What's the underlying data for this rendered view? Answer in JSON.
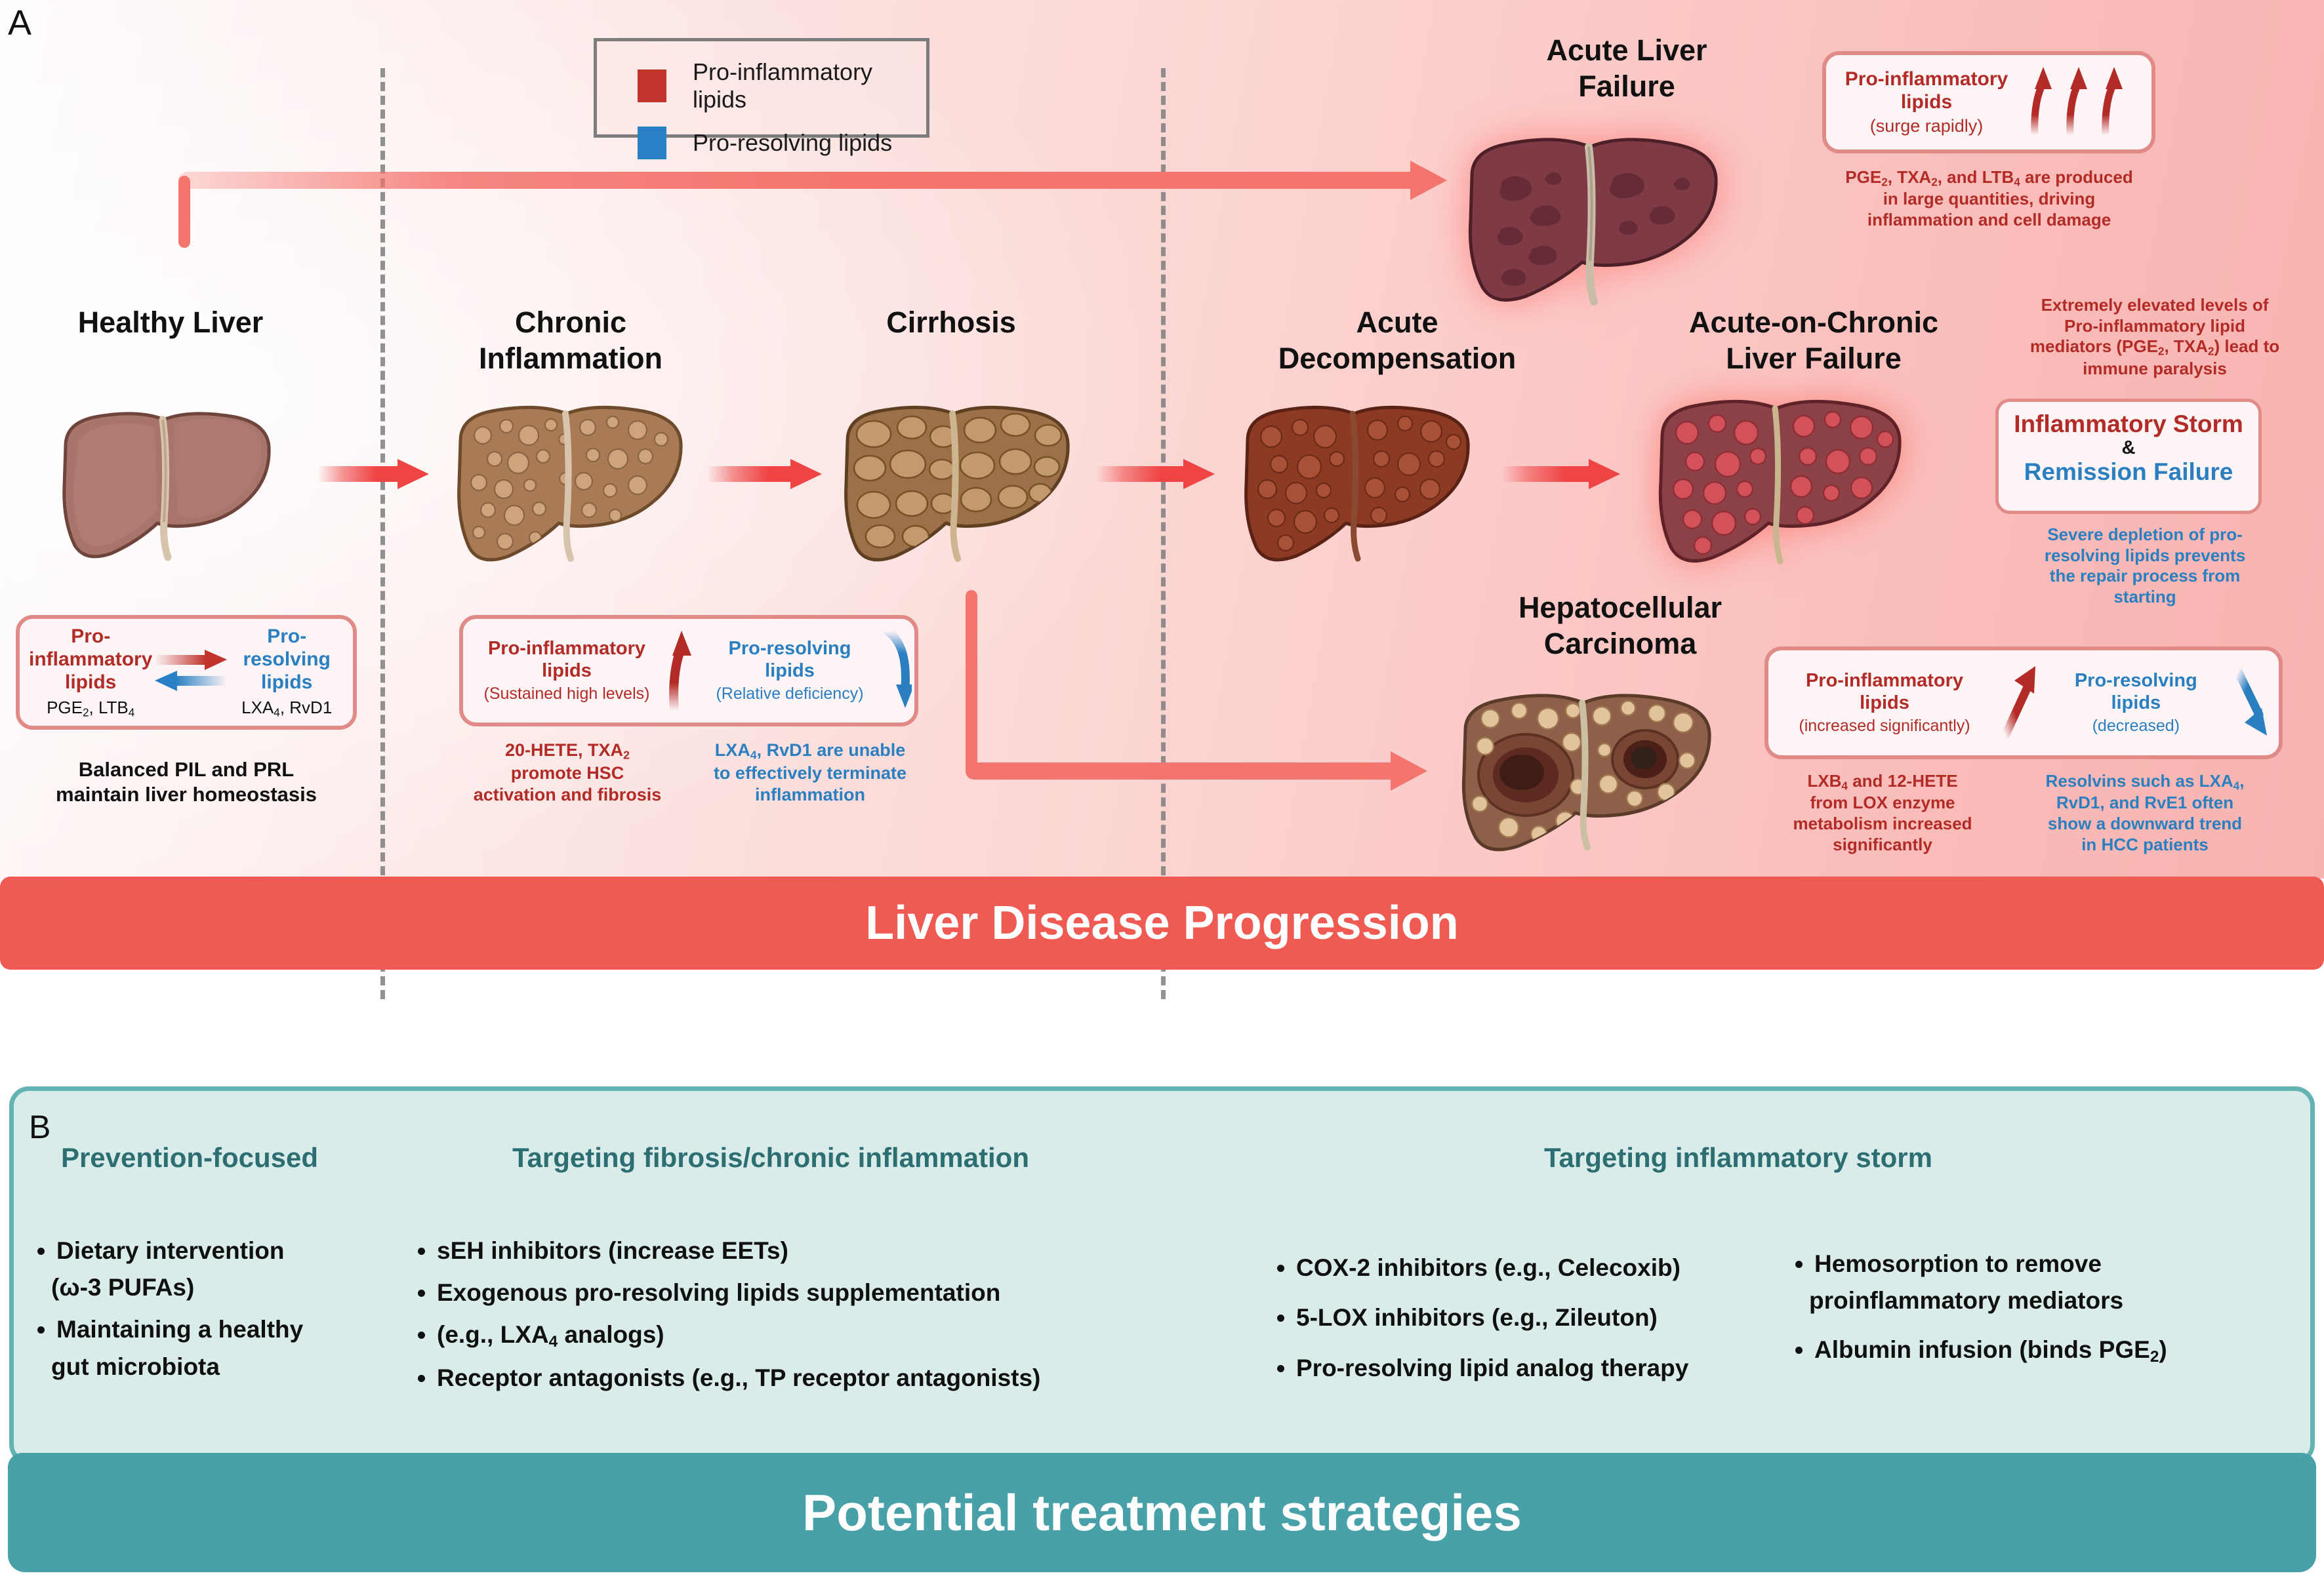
{
  "panels": {
    "a_letter": "A",
    "b_letter": "B"
  },
  "legend": {
    "items": [
      {
        "label": "Pro-inflammatory lipids",
        "color": "#c0342b",
        "icon": "red-square-swatch"
      },
      {
        "label": "Pro-resolving lipids",
        "color": "#2980c4",
        "icon": "blue-square-swatch"
      }
    ]
  },
  "stages": [
    {
      "id": "healthy-liver",
      "title": "Healthy Liver"
    },
    {
      "id": "chronic-inflammation",
      "title": "Chronic\nInflammation"
    },
    {
      "id": "cirrhosis",
      "title": "Cirrhosis"
    },
    {
      "id": "acute-decompensation",
      "title": "Acute\nDecompensation"
    },
    {
      "id": "aclf",
      "title": "Acute-on-Chronic\nLiver Failure"
    },
    {
      "id": "acute-liver-failure",
      "title": "Acute Liver\nFailure"
    },
    {
      "id": "hcc",
      "title": "Hepatocellular\nCarcinoma"
    }
  ],
  "stage_titles": {
    "healthy": "Healthy Liver",
    "chronic_line1": "Chronic",
    "chronic_line2": "Inflammation",
    "cirrhosis": "Cirrhosis",
    "ad_line1": "Acute",
    "ad_line2": "Decompensation",
    "aclf_line1": "Acute-on-Chronic",
    "aclf_line2": "Liver Failure",
    "alf_line1": "Acute Liver",
    "alf_line2": "Failure",
    "hcc_line1": "Hepatocellular",
    "hcc_line2": "Carcinoma"
  },
  "callouts": {
    "healthy": {
      "left_title_l1": "Pro-",
      "left_title_l2": "inflammatory",
      "left_title_l3": "lipids",
      "left_sub": "PGE2, LTB4",
      "right_title_l1": "Pro-",
      "right_title_l2": "resolving",
      "right_title_l3": "lipids",
      "right_sub": "LXA4, RvD1",
      "caption_l1": "Balanced PIL and PRL",
      "caption_l2": "maintain liver homeostasis"
    },
    "chronic": {
      "left_title_l1": "Pro-inflammatory",
      "left_title_l2": "lipids",
      "left_sub": "(Sustained high levels)",
      "right_title_l1": "Pro-resolving",
      "right_title_l2": "lipids",
      "right_sub": "(Relative deficiency)",
      "left_caption_l1": "20-HETE, TXA2",
      "left_caption_l2": "promote HSC",
      "left_caption_l3": "activation and fibrosis",
      "right_caption_l1": "LXA4, RvD1 are unable",
      "right_caption_l2": "to effectively terminate",
      "right_caption_l3": "inflammation"
    },
    "alf": {
      "title_l1": "Pro-inflammatory",
      "title_l2": "lipids",
      "sub": "(surge rapidly)",
      "caption_l1": "PGE2, TXA2, and LTB4 are produced",
      "caption_l2": "in large quantities, driving",
      "caption_l3": "inflammation and cell damage"
    },
    "aclf": {
      "caption_top_l1": "Extremely elevated levels of",
      "caption_top_l2": "Pro-inflammatory lipid",
      "caption_top_l3": "mediators (PGE2, TXA2) lead to",
      "caption_top_l4": "immune paralysis",
      "box_l1": "Inflammatory Storm",
      "box_l2": "&",
      "box_l3": "Remission Failure",
      "caption_bot_l1": "Severe depletion of pro-",
      "caption_bot_l2": "resolving lipids prevents",
      "caption_bot_l3": "the repair process from",
      "caption_bot_l4": "starting"
    },
    "hcc": {
      "left_title_l1": "Pro-inflammatory",
      "left_title_l2": "lipids",
      "left_sub": "(increased significantly)",
      "right_title_l1": "Pro-resolving",
      "right_title_l2": "lipids",
      "right_sub": "(decreased)",
      "left_caption_l1": "LXB4 and 12-HETE",
      "left_caption_l2": "from LOX enzyme",
      "left_caption_l3": "metabolism increased",
      "left_caption_l4": "significantly",
      "right_caption_l1": "Resolvins such as LXA4,",
      "right_caption_l2": "RvD1, and RvE1 often",
      "right_caption_l3": "show a downward trend",
      "right_caption_l4": "in HCC patients"
    }
  },
  "banners": {
    "progression": "Liver Disease Progression",
    "treatment": "Potential treatment strategies"
  },
  "panelB": {
    "columns": [
      {
        "heading": "Prevention-focused",
        "bullets": [
          "Dietary intervention",
          "(ω-3 PUFAs)",
          "Maintaining a healthy",
          "gut microbiota"
        ]
      },
      {
        "heading": "Targeting fibrosis/chronic inflammation",
        "bullets": [
          "sEH inhibitors (increase EETs)",
          "Exogenous pro-resolving lipids supplementation",
          "(e.g., LXA4 analogs)",
          "Receptor antagonists (e.g., TP receptor antagonists)"
        ]
      },
      {
        "heading": "Targeting inflammatory storm",
        "bullets_left": [
          "COX-2 inhibitors (e.g., Celecoxib)",
          "5-LOX inhibitors (e.g., Zileuton)",
          "Pro-resolving lipid analog therapy"
        ],
        "bullets_right": [
          "Hemosorption to remove",
          "proinflammatory mediators",
          "Albumin infusion (binds PGE2)"
        ]
      }
    ]
  },
  "colors": {
    "pro_inflammatory": "#b32b26",
    "pro_resolving": "#2a7fc1",
    "arrow_red": "#ef4444",
    "banner_red": "#ef5a52",
    "banner_teal": "#48a0a8",
    "panelB_fill": "#d9ecea",
    "panelB_border": "#64b3b4",
    "heading_teal": "#2c6e72"
  }
}
